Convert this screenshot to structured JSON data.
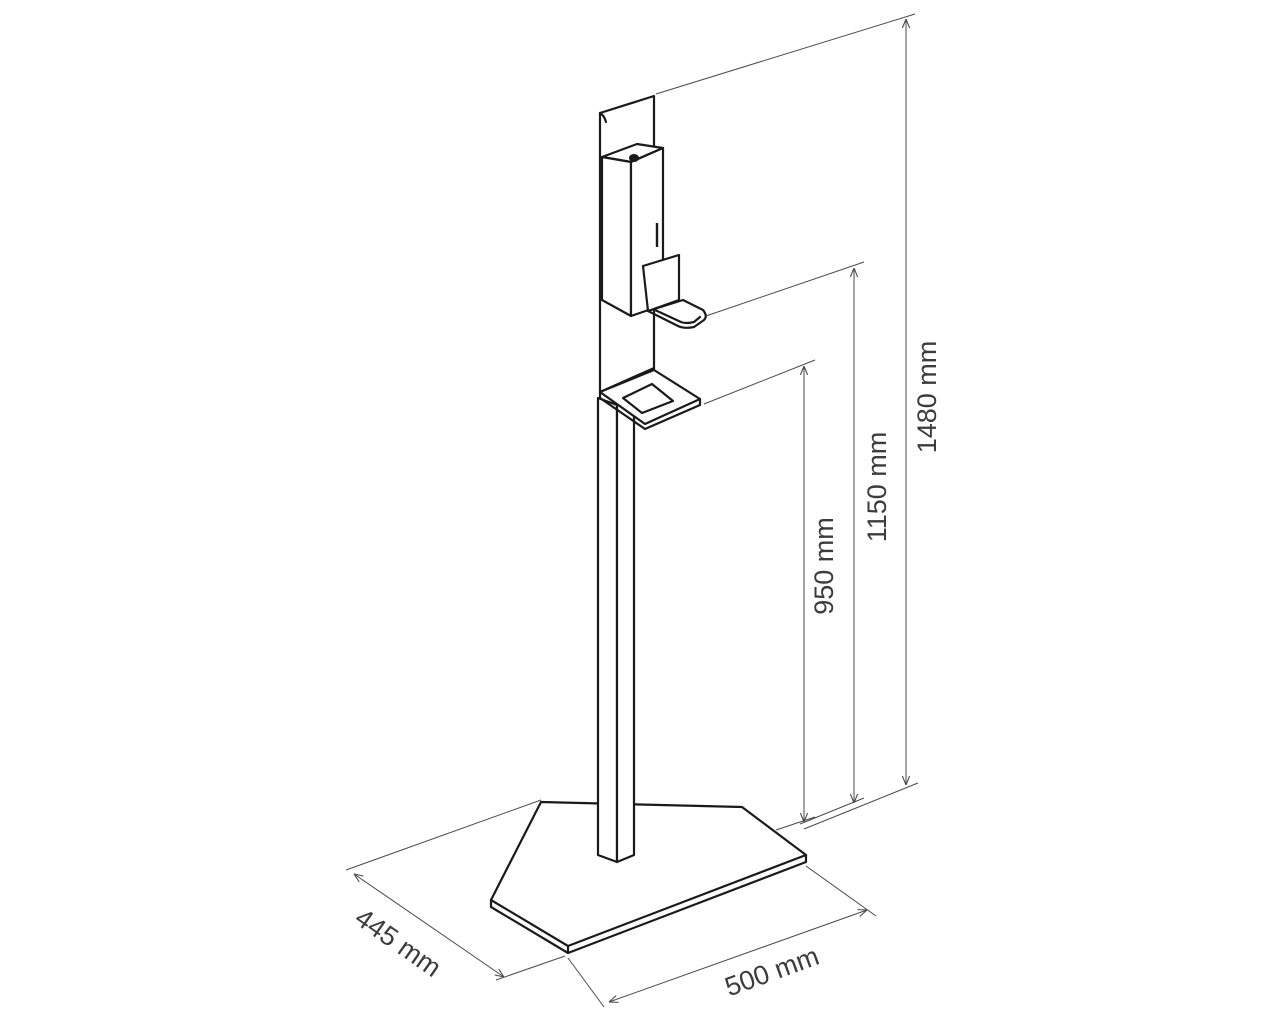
{
  "dimensions": {
    "height_total": "1480 mm",
    "height_dispenser": "1150 mm",
    "height_tray": "950 mm",
    "base_depth": "445 mm",
    "base_width": "500 mm"
  },
  "colors": {
    "line": "#1a1a1a",
    "dimension": "#4a4a4a",
    "text": "#3c3c3c"
  }
}
